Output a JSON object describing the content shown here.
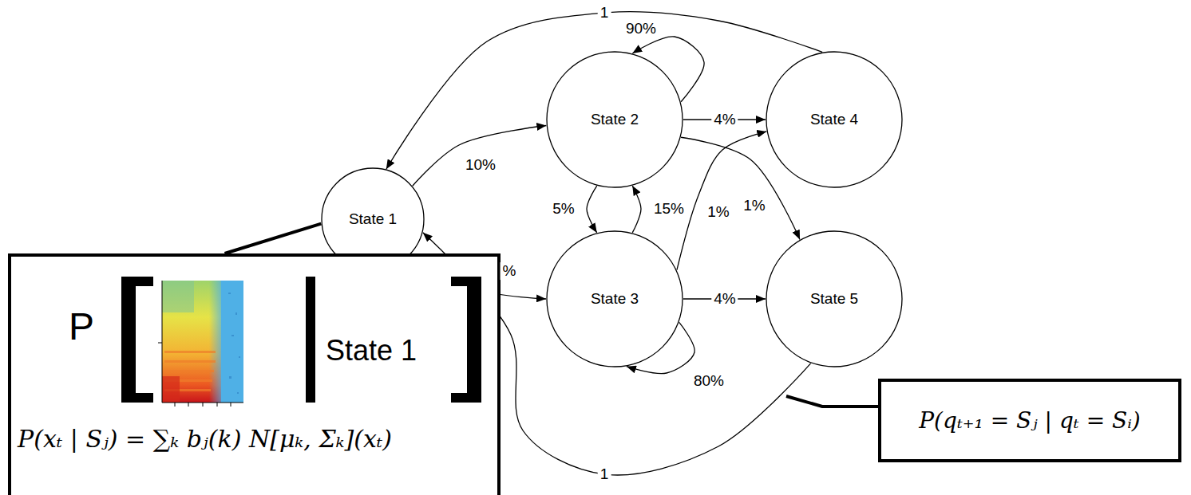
{
  "diagram": {
    "nodes": [
      {
        "text": [
          "State 1"
        ]
      },
      {
        "text": [
          "State 2"
        ]
      },
      {
        "text": [
          "State 3"
        ]
      },
      {
        "text": [
          "State 4"
        ]
      },
      {
        "text": [
          "State 5"
        ]
      },
      {
        "text": [
          "P",
          "State 1",
          "P(xₜ | Sⱼ) = ∑ₖ bⱼ(k) N[μₖ, Σₖ](xₜ)"
        ]
      },
      {
        "text": [
          "P(qₜ₊₁ = Sⱼ | qₜ = Sᵢ)"
        ]
      }
    ],
    "edges": [
      {
        "from": 3,
        "to": 0,
        "label": "1",
        "arrow": "to"
      },
      {
        "from": 4,
        "to": 0,
        "label": "1",
        "arrow": "to"
      },
      {
        "from": 0,
        "to": 1,
        "label": "10%",
        "arrow": "to"
      },
      {
        "from": 0,
        "to": 2,
        "label": "%",
        "arrow": "to"
      },
      {
        "from": 1,
        "to": 1,
        "label": "90%",
        "arrow": "to"
      },
      {
        "from": 1,
        "to": 3,
        "label": "4%",
        "arrow": "to"
      },
      {
        "from": 1,
        "to": 4,
        "label": "1%",
        "arrow": "to"
      },
      {
        "from": 2,
        "to": 3,
        "label": "1%",
        "arrow": "to"
      },
      {
        "from": 1,
        "to": 2,
        "label": "5%",
        "arrow": "to"
      },
      {
        "from": 2,
        "to": 1,
        "label": "15%",
        "arrow": "to"
      },
      {
        "from": 2,
        "to": 2,
        "label": "80%",
        "arrow": "to"
      },
      {
        "from": 2,
        "to": 4,
        "label": "4%",
        "arrow": "to"
      },
      {
        "from": 5,
        "to": 0,
        "arrow": "none"
      }
    ]
  }
}
